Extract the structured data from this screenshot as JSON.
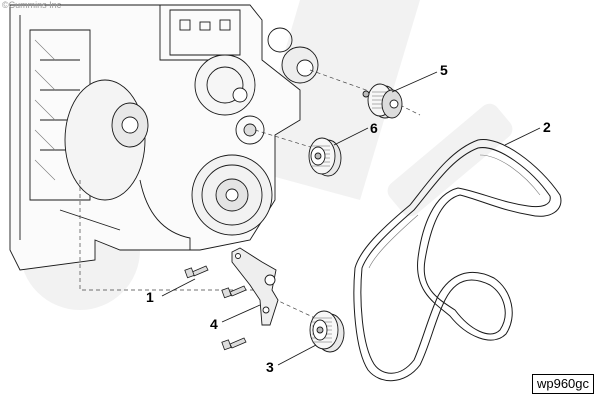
{
  "copyright": "©Cummins Inc",
  "drawing_code": "wp960gc",
  "callouts": [
    "1",
    "2",
    "3",
    "4",
    "5",
    "6"
  ],
  "colors": {
    "line": "#1a1a1a",
    "watermark": "#f3f3f3",
    "shading": "#cfcfcf"
  }
}
